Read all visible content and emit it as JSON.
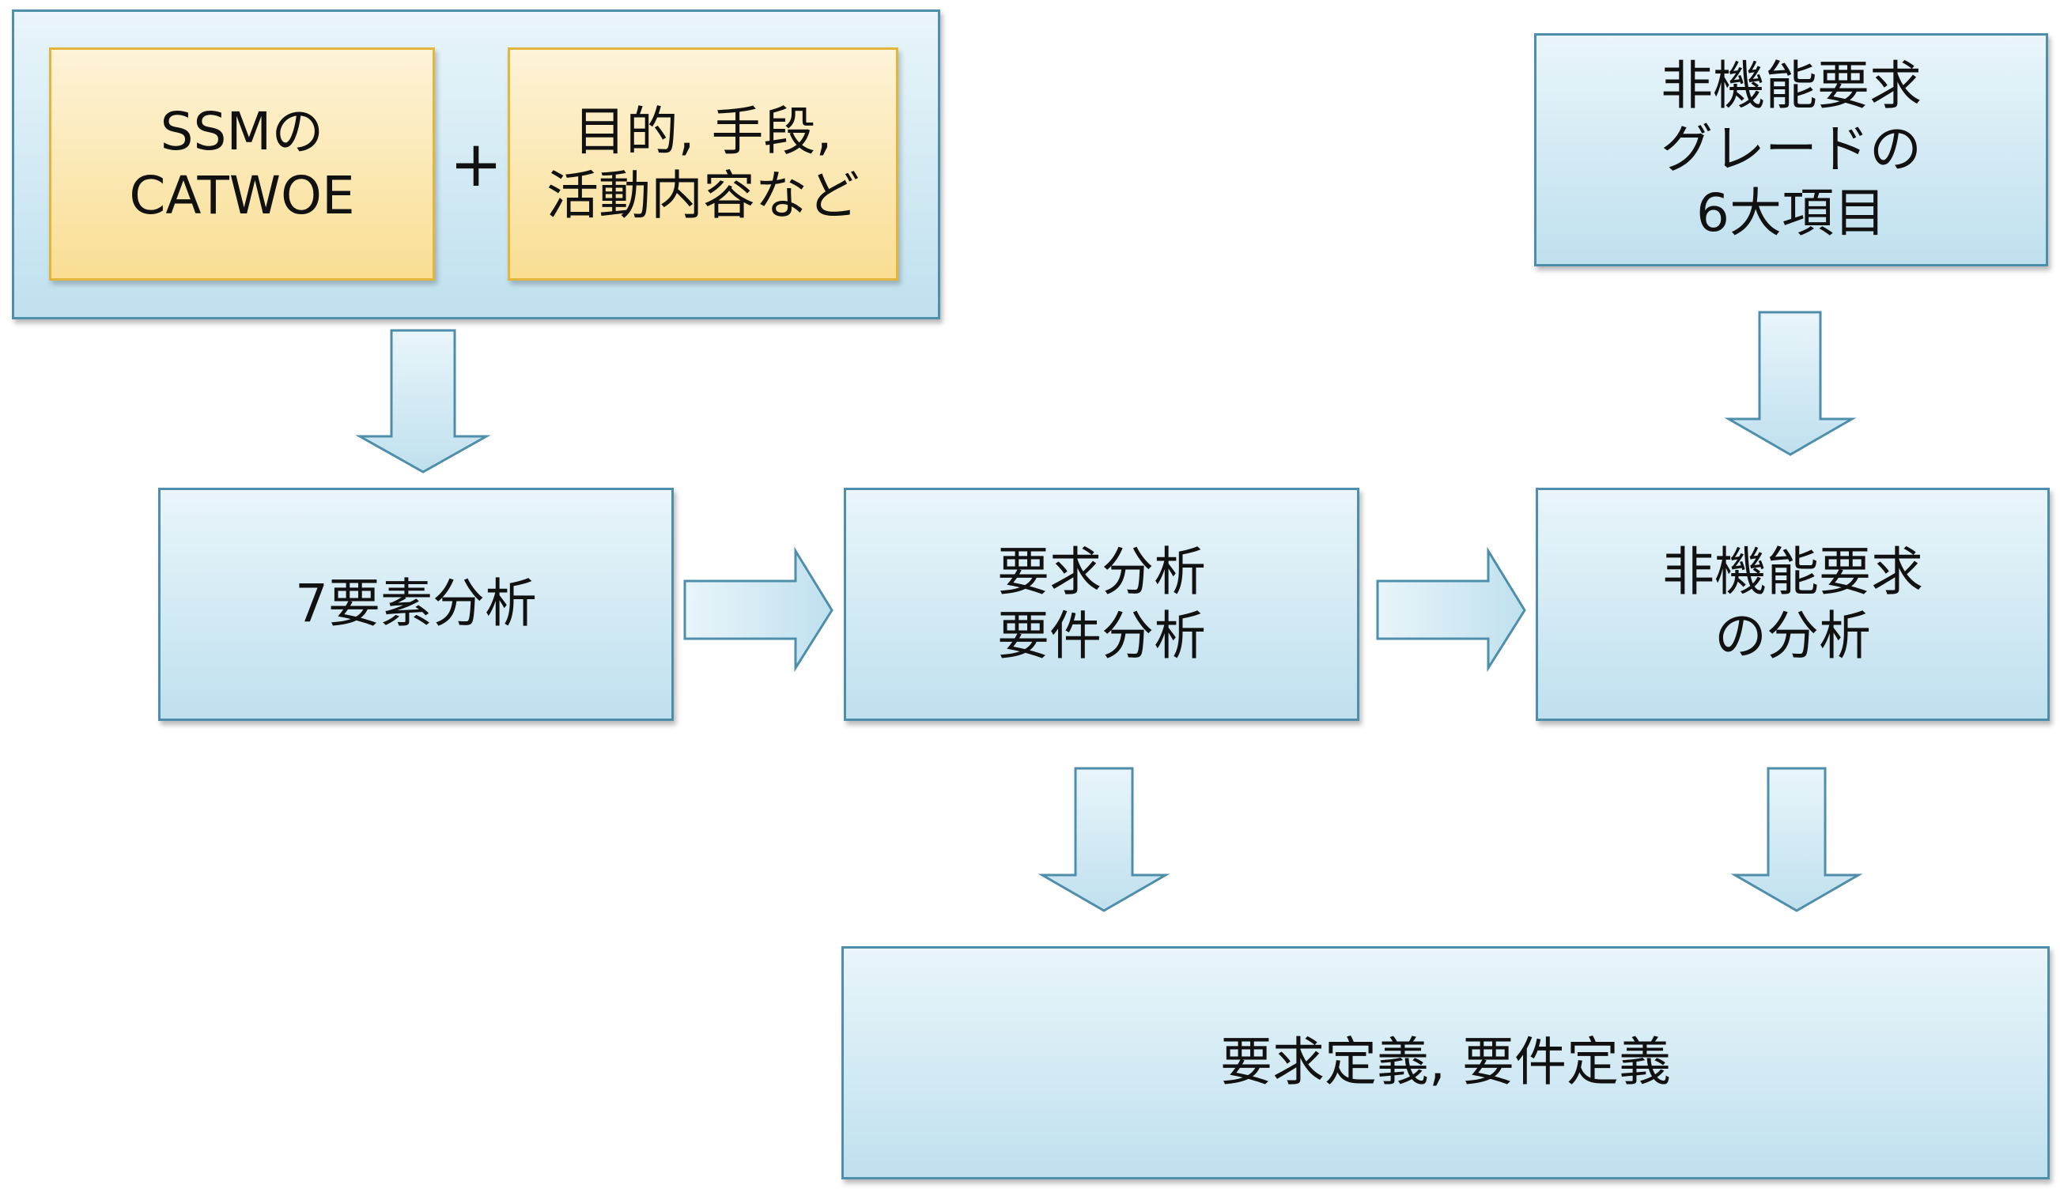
{
  "left_group": {
    "ssm_box": {
      "line1": "SSMの",
      "line2": "CATWOE"
    },
    "plus": "+",
    "purpose_box": {
      "line1": "目的, 手段,",
      "line2": "活動内容など"
    }
  },
  "grade_box": {
    "line1": "非機能要求",
    "line2": "グレードの",
    "line3": "6大項目"
  },
  "seven_elements_box": {
    "label": "7要素分析"
  },
  "requirement_analysis_box": {
    "line1": "要求分析",
    "line2": "要件分析"
  },
  "nonfunctional_analysis_box": {
    "line1": "非機能要求",
    "line2": "の分析"
  },
  "definition_box": {
    "label": "要求定義, 要件定義"
  },
  "colors": {
    "box_fill_top": "#e9f5fa",
    "box_fill_bottom": "#bfe0ee",
    "box_border": "#4f8eaa",
    "gold_fill_top": "#fdf3d7",
    "gold_fill_bottom": "#f9de93",
    "gold_border": "#e4b53c"
  }
}
